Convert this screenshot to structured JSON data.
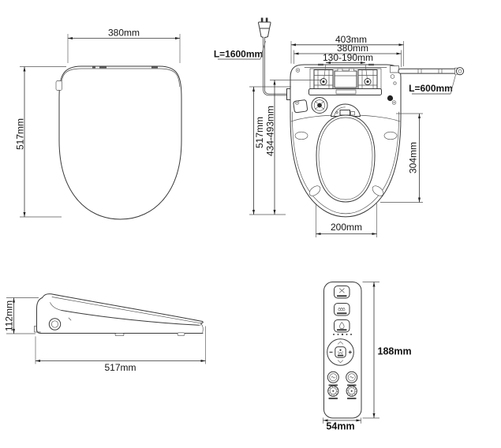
{
  "colors": {
    "line_color": "#3a3a3a",
    "background": "#ffffff"
  },
  "figures": {
    "lid_top_view": {
      "width": "380mm",
      "height": "517mm"
    },
    "base_bottom_view": {
      "overall_width": "403mm",
      "body_width": "380mm",
      "bracket_spacing": "130-190mm",
      "overall_length": "517mm",
      "mounting_range": "434-493mm",
      "opening_length": "304mm",
      "opening_width": "200mm",
      "power_cord_length": "L=1600mm",
      "hose_length": "L=600mm"
    },
    "side_view": {
      "height": "112mm",
      "length": "517mm"
    },
    "remote_control": {
      "height": "188mm",
      "width": "54mm"
    }
  }
}
